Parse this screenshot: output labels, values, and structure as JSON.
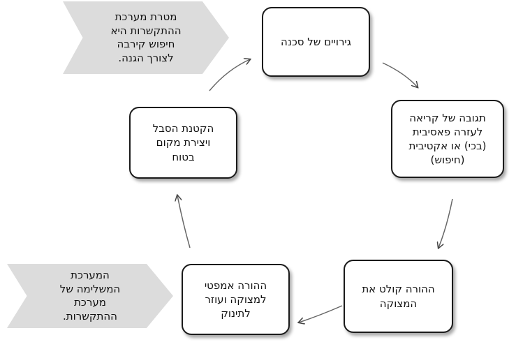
{
  "nodes": {
    "danger": "גירויים של סכנה",
    "cry": "תגובה של קריאה\nלעזרה פאסיבית\n(בכי) או אקטיבית\n(חיפוש)",
    "parent_receives": "ההורה קולט את\nהמצוקה",
    "parent_empathic": "ההורה אמפטי\nלמצוקה ועוזר\nלתינוק",
    "reduce_suffering": "הקטנת הסבל\nויצירת מקום\nבטוח"
  },
  "callouts": {
    "purpose": "מטרת מערכת\nההתקשרות היא\nחיפוש קירבה\nלצורך הגנה.",
    "complementary": "המערכת\nהמשלימה של\nמערכת\nההתקשרות."
  }
}
